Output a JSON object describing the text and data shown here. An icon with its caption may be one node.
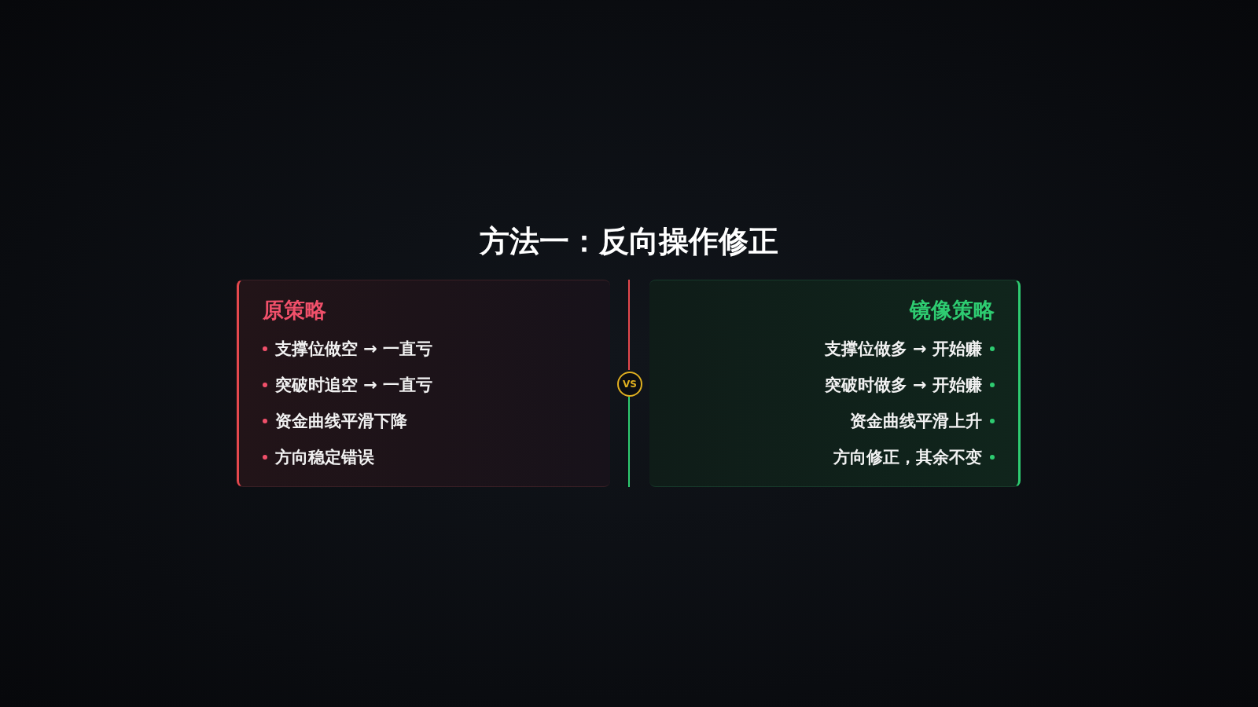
{
  "diagram": {
    "title": "方法一：反向操作修正",
    "nodes": [
      {
        "text": [
          "原策略",
          "支撑位做空 → 一直亏",
          "突破时追空 → 一直亏",
          "资金曲线平滑下降",
          "方向稳定错误"
        ]
      },
      {
        "text": [
          "VS"
        ]
      },
      {
        "text": [
          "镜像策略",
          "支撑位做多 → 开始赚",
          "突破时做多 → 开始赚",
          "资金曲线平滑上升",
          "方向修正，其余不变"
        ]
      }
    ]
  }
}
